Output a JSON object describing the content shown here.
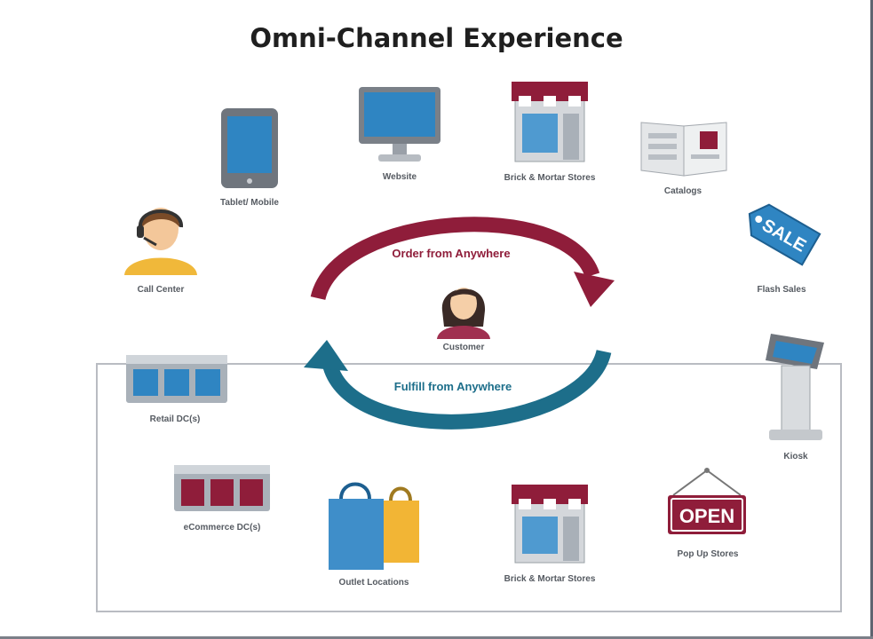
{
  "title": "Omni-Channel Experience",
  "cycle": {
    "top": "Order  from Anywhere",
    "bottom": "Fulfill  from Anywhere",
    "center": "Customer",
    "top_color": "#8f1d3a",
    "bottom_color": "#1d6e8a"
  },
  "channels": {
    "tablet": "Tablet/ Mobile",
    "website": "Website",
    "brick": "Brick & Mortar Stores",
    "catalogs": "Catalogs",
    "call_center": "Call Center",
    "flash_sales": "Flash Sales",
    "kiosk": "Kiosk",
    "sale_tag": "SALE"
  },
  "fulfillment": {
    "retail_dc": "Retail DC(s)",
    "ecommerce_dc": "eCommerce DC(s)",
    "outlet": "Outlet Locations",
    "brick": "Brick & Mortar Stores",
    "popup": "Pop Up Stores",
    "open_sign": "OPEN"
  }
}
